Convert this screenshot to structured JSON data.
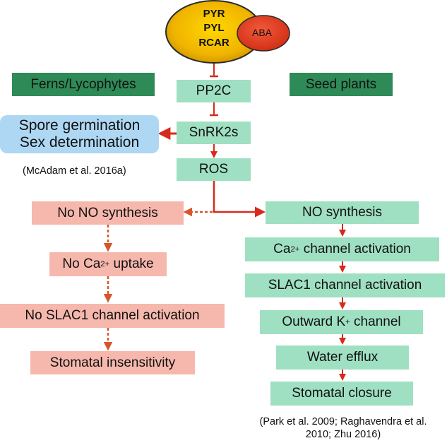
{
  "receptor": {
    "line1": "PYR",
    "line2": "PYL",
    "line3": "RCAR",
    "ligand": "ABA"
  },
  "headers": {
    "left": "Ferns/Lycophytes",
    "right": "Seed plants"
  },
  "center": {
    "pp2c": "PP2C",
    "snrk2s": "SnRK2s",
    "ros": "ROS"
  },
  "fern_outcome": {
    "line1": "Spore germination",
    "line2": "Sex determination",
    "ref": "(McAdam et al. 2016a)"
  },
  "left_chain": {
    "no_no_synthesis": "No NO synthesis",
    "no_ca_uptake": {
      "pre": "No Ca",
      "sup": "2+",
      "post": " uptake"
    },
    "no_slac1": "No SLAC1 channel activation",
    "insensitivity": "Stomatal insensitivity"
  },
  "right_chain": {
    "no_synthesis": "NO synthesis",
    "ca_channel": {
      "pre": "Ca",
      "sup": "2+",
      "post": " channel activation"
    },
    "slac1": "SLAC1 channel activation",
    "k_channel": {
      "pre": "Outward K",
      "sup": "+",
      "post": " channel"
    },
    "water_efflux": "Water efflux",
    "closure": "Stomatal closure"
  },
  "references": {
    "line1": "(Park et al. 2009; Raghavendra et al.",
    "line2": "2010; Zhu 2016)"
  },
  "colors": {
    "receptor_fill": "#e8a800",
    "receptor_edge": "#2a2a2a",
    "aba_fill": "#e8391f",
    "header_green": "#2e8b57",
    "box_green": "#9fe0c2",
    "box_pink": "#f6b8ad",
    "box_blue": "#aed7f3",
    "arrow_red": "#d62a1a",
    "arrow_dotted": "#d8552b"
  }
}
